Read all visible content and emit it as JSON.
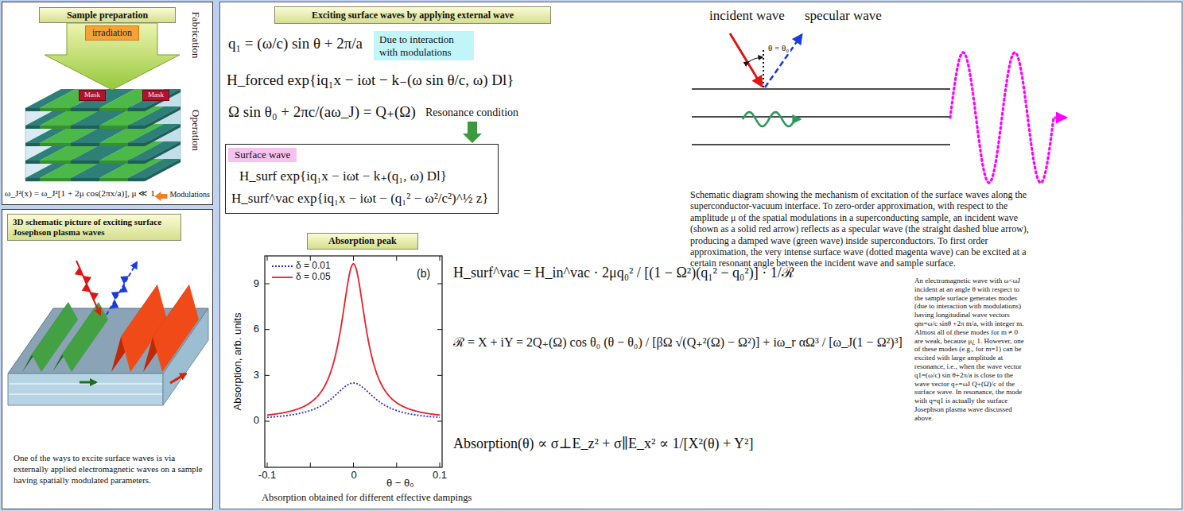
{
  "diagram": {
    "nodes": [
      {
        "text": [
          "Sample preparation"
        ]
      },
      {
        "text": [
          "irradiation"
        ],
        "in": 0
      },
      {
        "text": [
          "Mask"
        ],
        "in": 0
      },
      {
        "text": [
          "Mask"
        ],
        "in": 0
      },
      {
        "text": [
          "3D schematic picture of exciting surface Josephson plasma waves",
          "One of the ways to excite surface waves is via externally applied electromagnetic waves on a sample having spatially modulated parameters."
        ]
      },
      {
        "text": [
          "Exciting surface waves by applying external wave"
        ]
      },
      {
        "text": [
          "Due to interaction with modulations"
        ],
        "in": 5
      },
      {
        "text": [
          "Surface wave",
          "H_surf exp{iq₁x − iωt − k₊(q₁, ω) Dl}",
          "H_surf^vac exp{iq₁x − iωt − (q₁² − ω²/c²)^½ z}"
        ],
        "in": 5
      },
      {
        "text": [
          "Absorption peak"
        ],
        "in": 5
      }
    ],
    "labels": [
      "Fabrication",
      "Operation",
      "ω_J²(x) = ω_J²[1 + 2μ cos(2πx/a)], μ ≪ 1",
      "Modulations",
      "q₁ = (ω/c) sin θ + 2π/a",
      "H_forced exp{iq₁x − iωt − k₋(ω sin θ/c, ω) Dl}",
      "Ω sin θ₀ + 2πc/(aω_J) = Q₊(Ω)",
      "Resonance condition",
      "incident wave",
      "specular wave",
      "θ = θ₀",
      "Schematic diagram showing the mechanism of excitation of the surface waves along the superconductor-vacuum interface. To zero-order approximation, with respect to the amplitude μ of the spatial modulations in a superconducting sample, an incident wave (shown as a solid red arrow) reflects as a specular wave (the straight dashed blue arrow), producing a damped wave (green wave) inside superconductors. To first order approximation, the very intense surface wave (dotted magenta wave) can be excited at a certain resonant angle between the incident wave and sample surface.",
      "Absorption, arb. units",
      "9",
      "6",
      "3",
      "0",
      "-0.1",
      "0",
      "0.1",
      "(b)",
      "θ − θ₀",
      "Absorption obtained for different effective dampings",
      "H_surf^vac = H_in^vac · 2μq₀² / [(1 − Ω²)(q₁² − q₀²)] · 1/ℛ",
      "ℛ = X + iY = 2Q₊(Ω) cos θ₀ (θ − θ₀) / [βΩ √(Q₊²(Ω) − Ω²)] + iω_r αΩ³ / [ω_J(1 − Ω²)³]",
      "Absorption(θ) ∝ σ⊥E_z² + σ∥E_x² ∝ 1/[X²(θ) + Y²]",
      "An electromagnetic wave with ω<ωJ incident at an angle θ with respect to the sample surface generates modes (due to interaction with modulations) having longitudinal wave vectors qm=ω/c sinθ +2π m/a, with integer m. Almost all of these modes for m ≠ 0 are weak, because μ¿ 1. However, one of these modes (e.g., for m=1) can be excited with large amplitude at resonance, i.e., when the wave vector q1=(ω/c) sin θ+2π/a is close to the wave vector q+=ωJ Q+(Ω)/c of the surface wave. In resonance, the mode with q=q1 is actually the surface Josephson plasma wave discussed above."
    ],
    "legend": [
      {
        "text": "δ = 0.01"
      },
      {
        "text": "δ = 0.05"
      }
    ]
  }
}
